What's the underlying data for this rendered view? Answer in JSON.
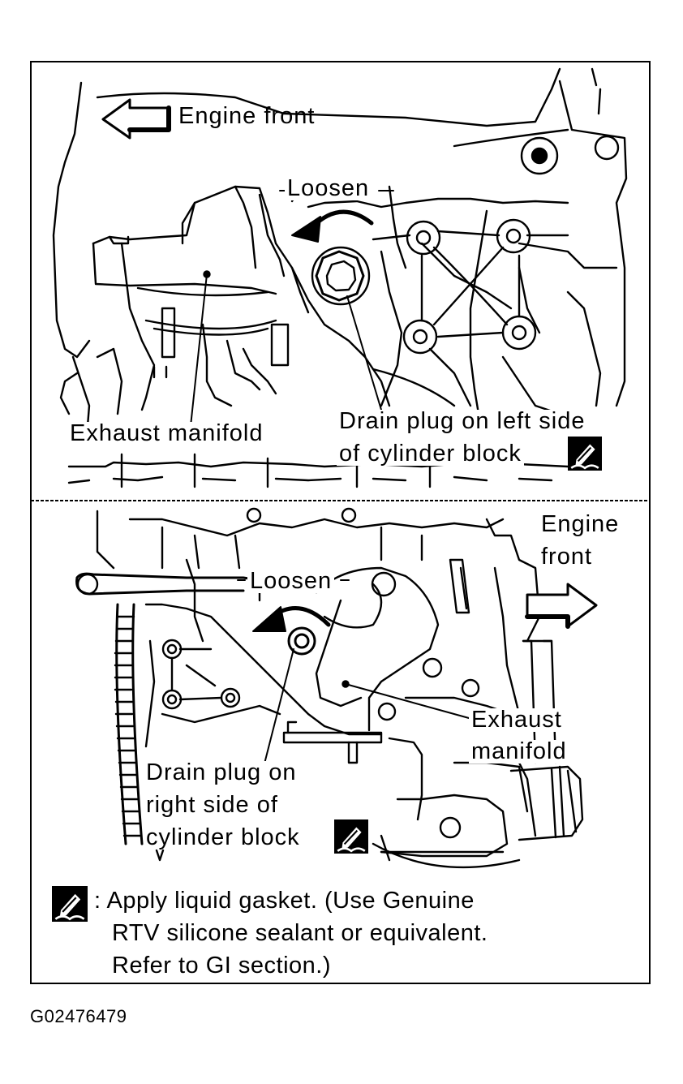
{
  "top_panel": {
    "direction_label": "Engine  front",
    "action_label": "Loosen",
    "manifold_label": "Exhaust  manifold",
    "drain_label_line1": "Drain  plug  on  left  side",
    "drain_label_line2": "of  cylinder  block"
  },
  "bottom_panel": {
    "direction_label_line1": "Engine",
    "direction_label_line2": "front",
    "action_label": "Loosen",
    "manifold_label_line1": "Exhaust",
    "manifold_label_line2": "manifold",
    "drain_label_line1": "Drain  plug  on",
    "drain_label_line2": "right  side  of",
    "drain_label_line3": "cylinder  block"
  },
  "legend": {
    "line1": ": Apply liquid gasket. (Use Genuine",
    "line2": "RTV silicone sealant or equivalent.",
    "line3": "Refer to GI section.)"
  },
  "figure_id": "G02476479"
}
